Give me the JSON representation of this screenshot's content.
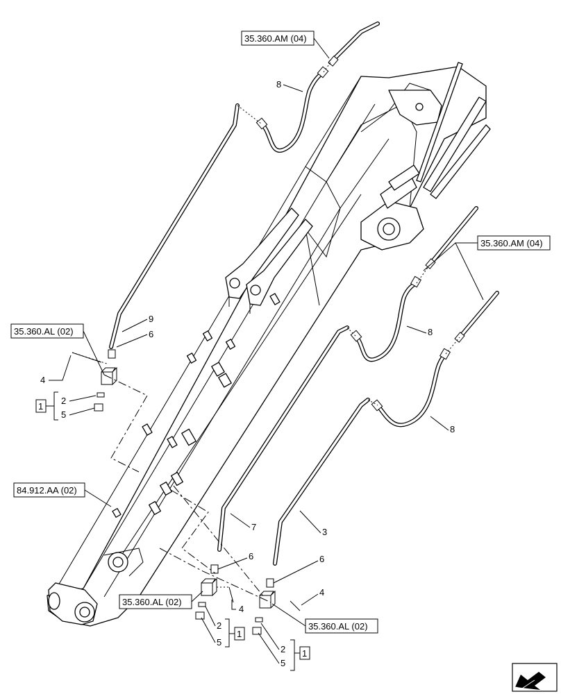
{
  "references": {
    "am04_top": "35.360.AM (04)",
    "am04_right": "35.360.AM (04)",
    "al02_left": "35.360.AL (02)",
    "al02_bottom_mid": "35.360.AL (02)",
    "al02_bottom_right": "35.360.AL (02)",
    "boom": "84.912.AA (02)"
  },
  "callouts": {
    "hose_top": "8",
    "pipe_9": "9",
    "fitting_left": "6",
    "bolt_left": "4",
    "washer_left": "2",
    "nut_left": "5",
    "kit_left": "1",
    "hose_mid": "8",
    "hose_right": "8",
    "pipe_7": "7",
    "pipe_3": "3",
    "fitting_mid": "6",
    "fitting_right": "6",
    "bolt_mid": "4",
    "bolt_right": "4",
    "washer_mid": "2",
    "nut_mid": "5",
    "kit_mid": "1",
    "washer_right": "2",
    "nut_right": "5",
    "kit_right": "1"
  },
  "icons": {
    "navigation": "view-direction-arrow-icon"
  }
}
